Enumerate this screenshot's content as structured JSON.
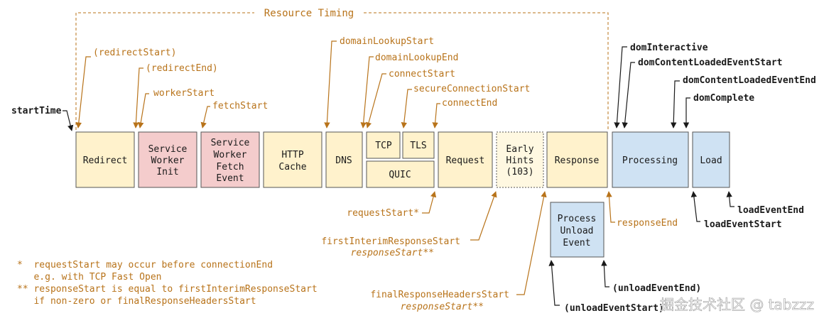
{
  "title": "Resource Timing",
  "colors": {
    "accent": "#b8731a",
    "black": "#1a1a1a",
    "yellow": "#fff2cc",
    "pink": "#f4cccc",
    "blue": "#cfe2f3",
    "border": "#555555"
  },
  "boxes": {
    "redirect": "Redirect",
    "sw_init": [
      "Service",
      "Worker",
      "Init"
    ],
    "sw_fetch": [
      "Service",
      "Worker",
      "Fetch",
      "Event"
    ],
    "http_cache": [
      "HTTP",
      "Cache"
    ],
    "dns": "DNS",
    "tcp": "TCP",
    "tls": "TLS",
    "quic": "QUIC",
    "request": "Request",
    "early_hints": [
      "Early",
      "Hints",
      "(103)"
    ],
    "response": "Response",
    "processing": "Processing",
    "load": "Load",
    "unload": [
      "Process",
      "Unload",
      "Event"
    ]
  },
  "labels": {
    "start_time": "startTime",
    "redirect_start": "(redirectStart)",
    "redirect_end": "(redirectEnd)",
    "worker_start": "workerStart",
    "fetch_start": "fetchStart",
    "domain_lookup_start": "domainLookupStart",
    "domain_lookup_end": "domainLookupEnd",
    "connect_start": "connectStart",
    "secure_connection_start": "secureConnectionStart",
    "connect_end": "connectEnd",
    "dom_interactive": "domInteractive",
    "dom_content_loaded_start": "domContentLoadedEventStart",
    "dom_content_loaded_end": "domContentLoadedEventEnd",
    "dom_complete": "domComplete",
    "request_start": "requestStart*",
    "first_interim": "firstInterimResponseStart",
    "response_start_1": "responseStart**",
    "final_headers": "finalResponseHeadersStart",
    "response_start_2": "responseStart**",
    "response_end": "responseEnd",
    "load_event_end": "loadEventEnd",
    "load_event_start": "loadEventStart",
    "unload_event_end": "(unloadEventEnd)",
    "unload_event_start": "(unloadEventStart)"
  },
  "footnotes": [
    "*  requestStart may occur before connectionEnd",
    "   e.g. with TCP Fast Open",
    "** responseStart is equal to firstInterimResponseStart",
    "   if non-zero or finalResponseHeadersStart"
  ],
  "watermark": "掘金技术社区 @ tabzzz"
}
